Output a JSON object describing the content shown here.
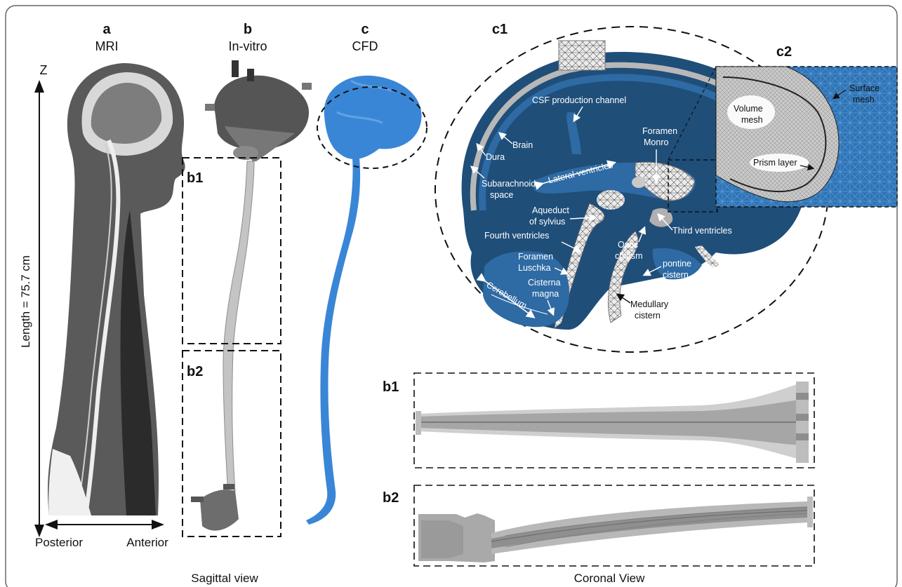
{
  "panels": {
    "a": {
      "letter": "a",
      "title": "MRI"
    },
    "b": {
      "letter": "b",
      "title": "In-vitro"
    },
    "c": {
      "letter": "c",
      "title": "CFD"
    },
    "c1": {
      "letter": "c1"
    },
    "c2": {
      "letter": "c2"
    },
    "b1": {
      "letter": "b1"
    },
    "b2": {
      "letter": "b2"
    },
    "b1_coronal": {
      "letter": "b1"
    },
    "b2_coronal": {
      "letter": "b2"
    }
  },
  "axes": {
    "z_label": "Z",
    "length_label": "Length = 75.7 cm",
    "posterior": "Posterior",
    "anterior": "Anterior"
  },
  "footer": {
    "sagittal": "Sagittal view",
    "coronal": "Coronal View"
  },
  "c1_labels": {
    "csf_channel": "CSF production channel",
    "brain": "Brain",
    "dura": "Dura",
    "subarachnoid_1": "Subarachnoid",
    "subarachnoid_2": "space",
    "lateral_ventricles": "Lateral ventricles",
    "foramen_monro_1": "Foramen",
    "foramen_monro_2": "Monro",
    "aqueduct_1": "Aqueduct",
    "aqueduct_2": "of sylvius",
    "third_ventricles": "Third ventricles",
    "fourth_ventricles": "Fourth ventricles",
    "optic_1": "Optic",
    "optic_2": "chiasm",
    "foramen_luschka_1": "Foramen",
    "foramen_luschka_2": "Luschka",
    "pontine_1": "pontine",
    "pontine_2": "cistern",
    "cisterna_1": "Cisterna",
    "cisterna_2": "magna",
    "cerebellum": "Cerebellum",
    "medullary_1": "Medullary",
    "medullary_2": "cistern"
  },
  "c2_labels": {
    "surface_1": "Surface",
    "surface_2": "mesh",
    "volume_1": "Volume",
    "volume_2": "mesh",
    "prism": "Prism layer"
  },
  "colors": {
    "cfd_blue": "#3a86d6",
    "brain_dark": "#1f4e79",
    "brain_mid": "#2e6aa3",
    "mesh_gray": "#b8b8b8"
  }
}
